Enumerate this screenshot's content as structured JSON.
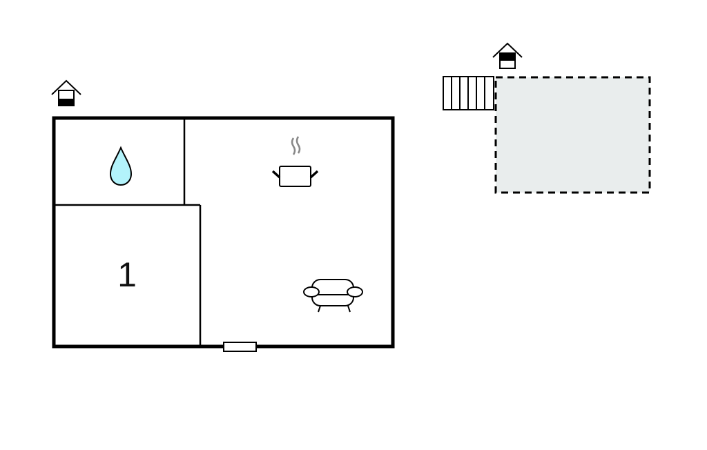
{
  "floorplan": {
    "rooms": [
      {
        "type": "bathroom",
        "icon": "water-drop-icon"
      },
      {
        "type": "bedroom",
        "label": "1"
      },
      {
        "type": "living-kitchen",
        "icons": [
          "cooking-pot-icon",
          "sofa-icon"
        ]
      }
    ],
    "colors": {
      "wall": "#000000",
      "water": "#b3f3fb",
      "terrace": "#e9eded",
      "steam": "#888888"
    }
  }
}
